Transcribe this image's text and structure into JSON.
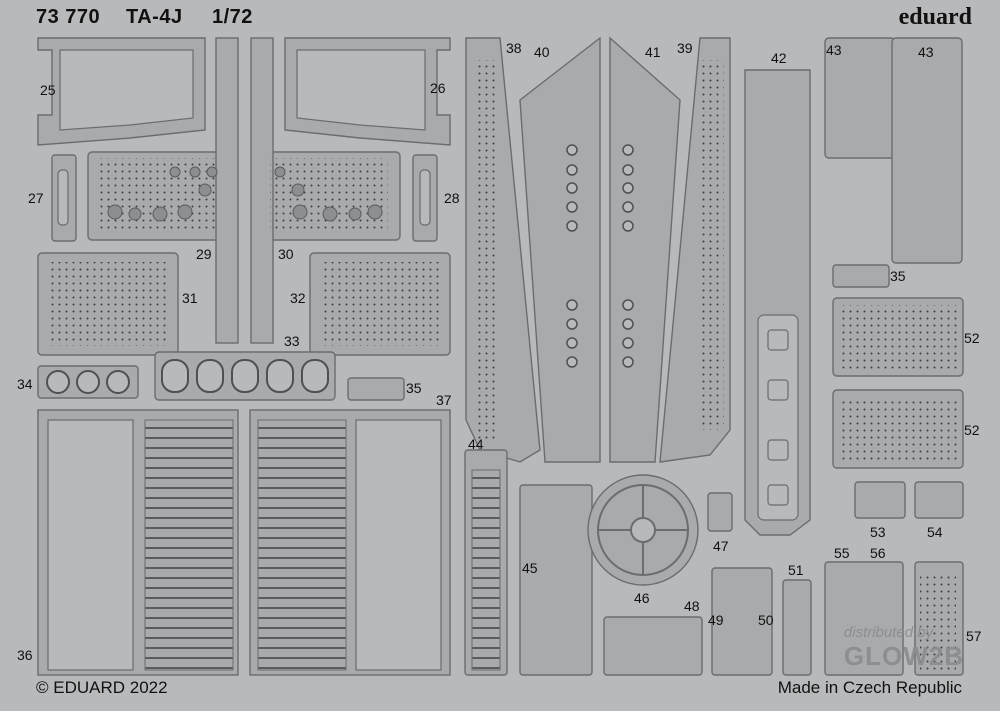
{
  "header": {
    "code": "73 770",
    "model": "TA-4J",
    "scale": "1/72",
    "brand": "eduard"
  },
  "footer": {
    "copyright": "© EDUARD 2022",
    "origin": "Made in Czech Republic"
  },
  "watermark": {
    "line1": "distributed by",
    "line2": "GLOW2B"
  },
  "parts": [
    "25",
    "26",
    "27",
    "28",
    "29",
    "30",
    "31",
    "32",
    "33",
    "34",
    "35",
    "35",
    "36",
    "37",
    "38",
    "39",
    "40",
    "41",
    "42",
    "43",
    "43",
    "44",
    "45",
    "46",
    "47",
    "48",
    "49",
    "50",
    "51",
    "52",
    "52",
    "53",
    "54",
    "55",
    "56",
    "57"
  ],
  "colors": {
    "fret": "#b8b9bb",
    "part": "#a9aaac",
    "edge": "#6b6c70",
    "dots": "#3d3e42"
  }
}
